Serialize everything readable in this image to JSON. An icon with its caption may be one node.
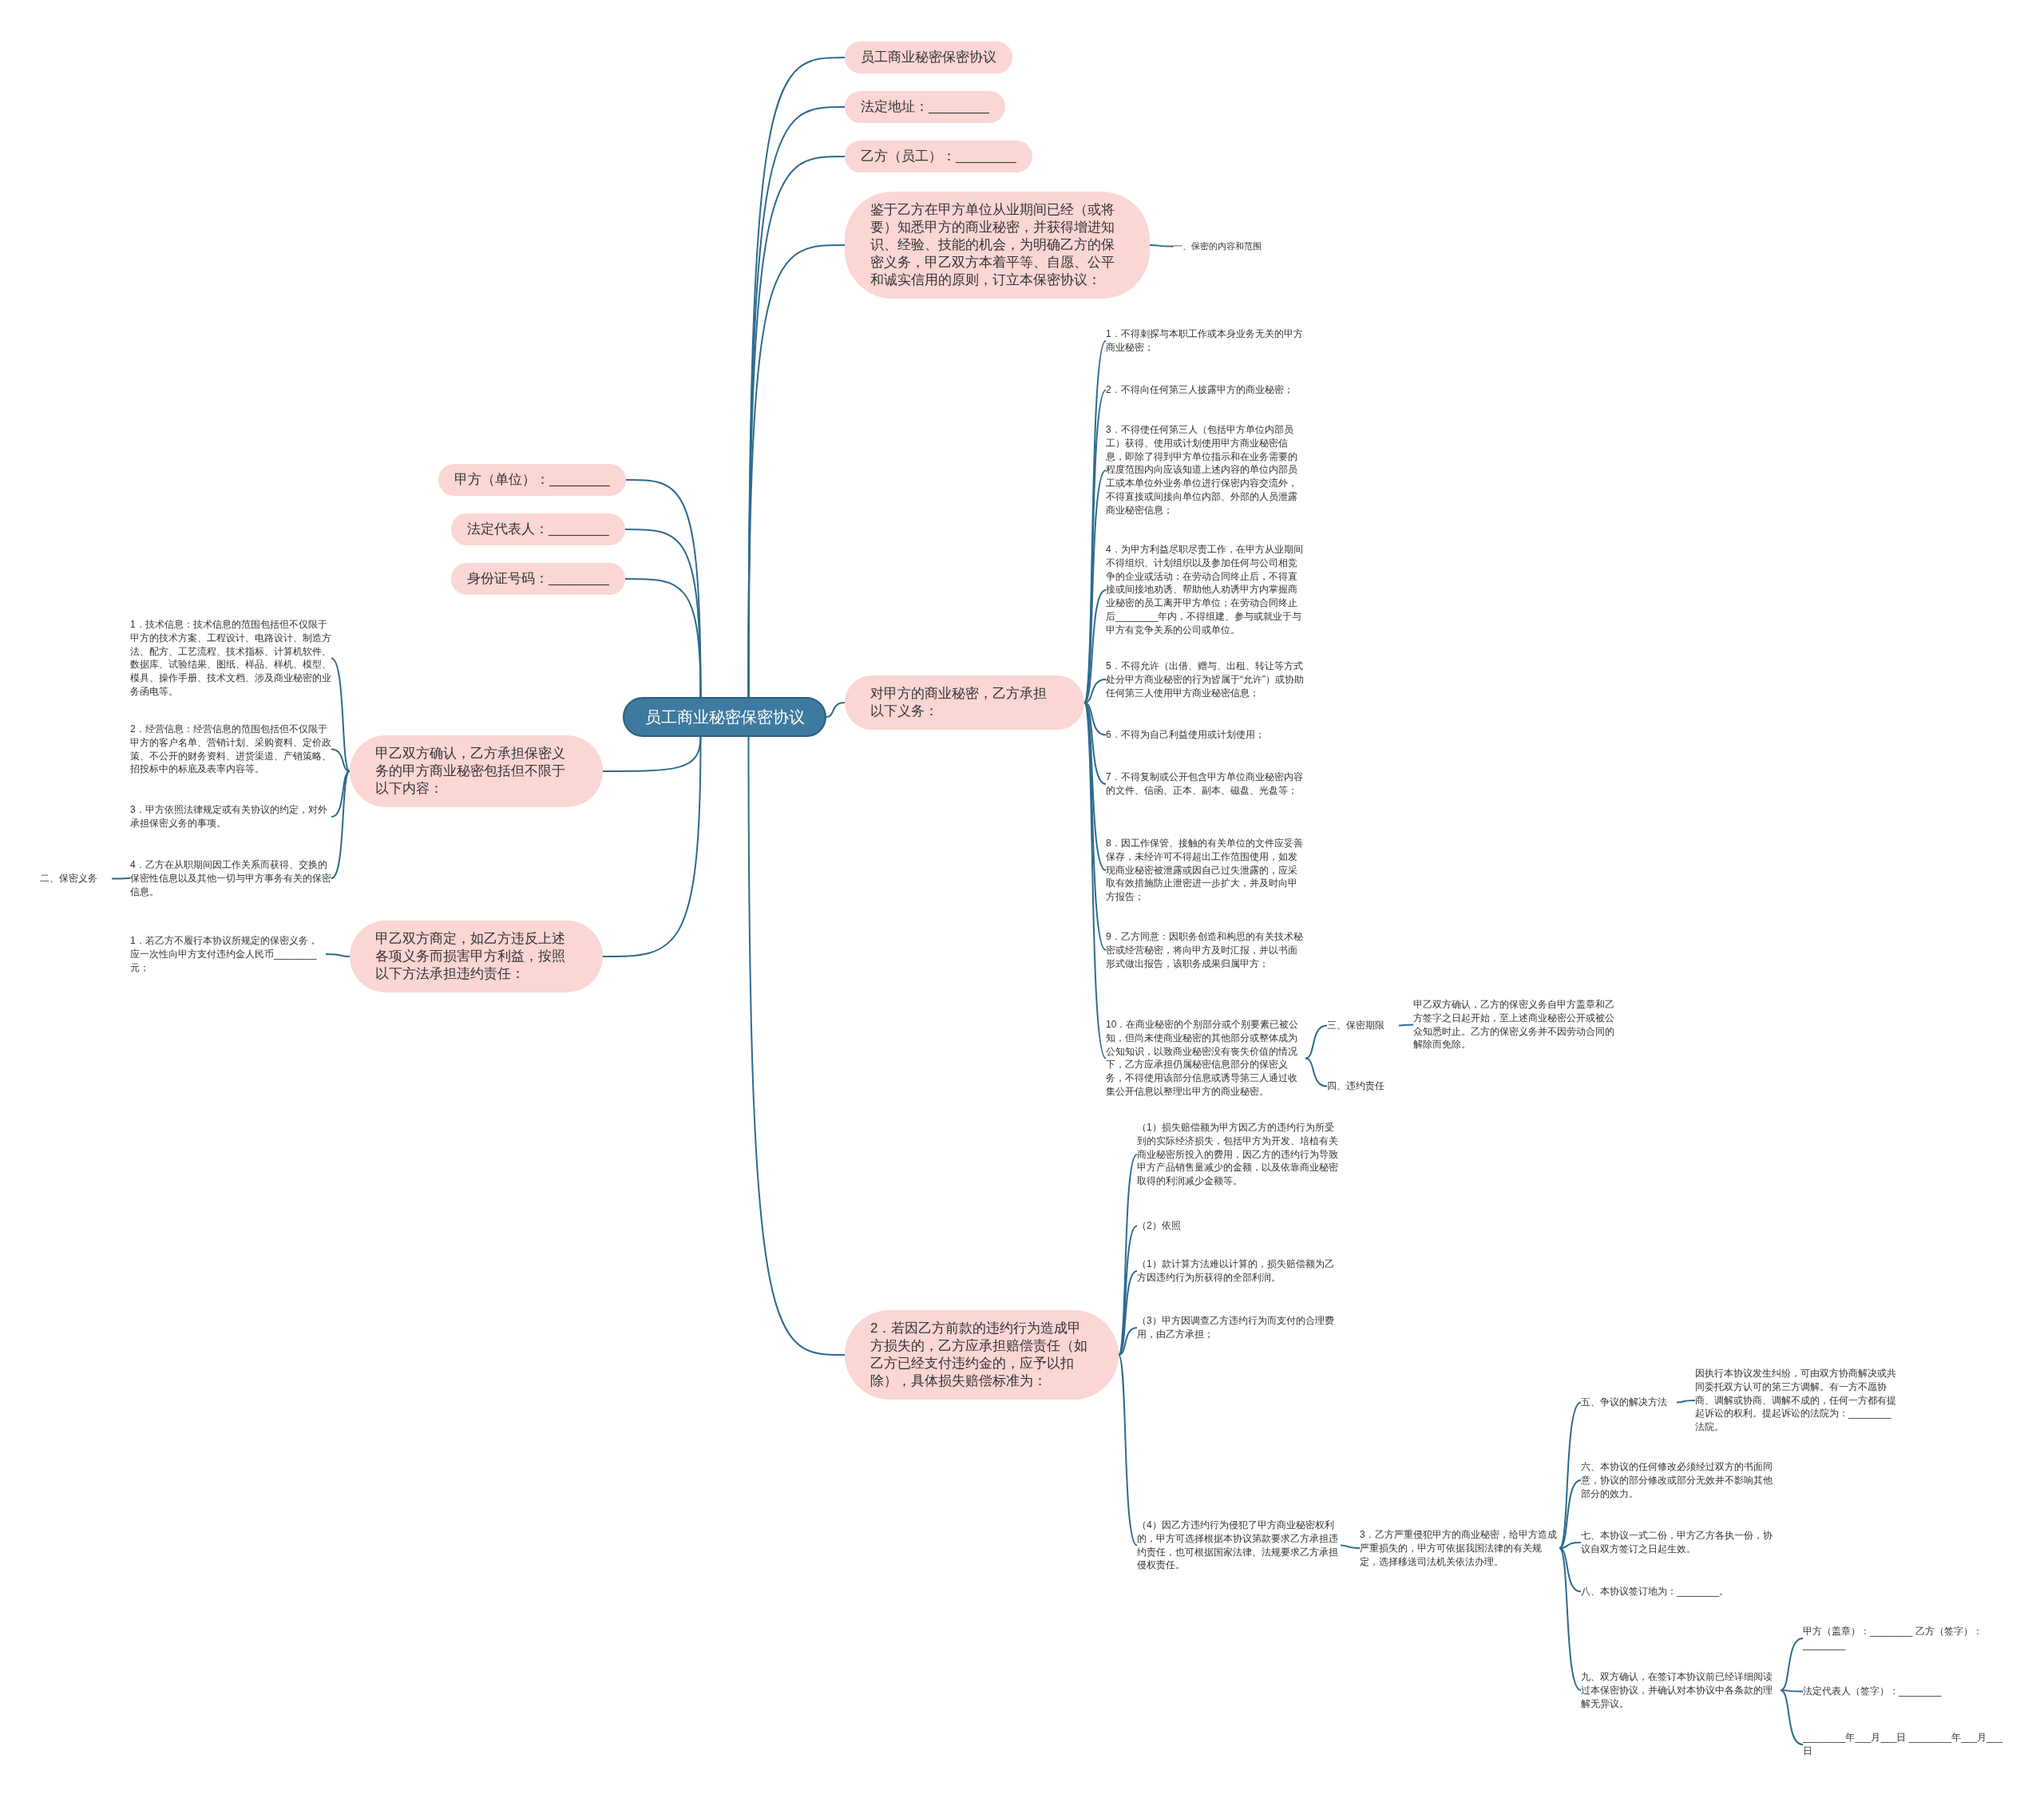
{
  "diagram": {
    "nodes": [
      {
        "text": [
          "员工商业秘密保密协议"
        ]
      },
      {
        "text": [
          "员工商业秘密保密协议"
        ]
      },
      {
        "text": [
          "法定地址：________"
        ]
      },
      {
        "text": [
          "乙方（员工）：________"
        ]
      },
      {
        "text": [
          "鉴于乙方在甲方单位从业期间已经（或将要）知悉甲方的商业秘密，并获得增进知识、经验、技能的机会，为明确乙方的保密义务，甲乙双方本着平等、自愿、公平和诚实信用的原则，订立本保密协议："
        ]
      },
      {
        "text": [
          "一、保密的内容和范围"
        ]
      },
      {
        "text": [
          "对甲方的商业秘密，乙方承担以下义务："
        ]
      },
      {
        "text": [
          "1．不得刺探与本职工作或本身业务无关的甲方商业秘密；"
        ]
      },
      {
        "text": [
          "2．不得向任何第三人披露甲方的商业秘密；"
        ]
      },
      {
        "text": [
          "3．不得使任何第三人（包括甲方单位内部员工）获得、使用或计划使用甲方商业秘密信息，即除了得到甲方单位指示和在业务需要的程度范围内向应该知道上述内容的单位内部员工或本单位外业务单位进行保密内容交流外，不得直接或间接向单位内部、外部的人员泄露商业秘密信息；"
        ]
      },
      {
        "text": [
          "4．为甲方利益尽职尽责工作，在甲方从业期间不得组织、计划组织以及参加任何与公司相竞争的企业或活动；在劳动合同终止后，不得直接或间接地劝诱、帮助他人劝诱甲方内掌握商业秘密的员工离开甲方单位；在劳动合同终止后________年内，不得组建、参与或就业于与甲方有竞争关系的公司或单位。"
        ]
      },
      {
        "text": [
          "5．不得允许（出借、赠与、出租、转让等方式处分甲方商业秘密的行为皆属于“允许”）或协助任何第三人使用甲方商业秘密信息；"
        ]
      },
      {
        "text": [
          "6．不得为自己利益使用或计划使用；"
        ]
      },
      {
        "text": [
          "7．不得复制或公开包含甲方单位商业秘密内容的文件、信函、正本、副本、磁盘、光盘等；"
        ]
      },
      {
        "text": [
          "8．因工作保管、接触的有关单位的文件应妥善保存，未经许可不得超出工作范围使用，如发现商业秘密被泄露或因自己过失泄露的，应采取有效措施防止泄密进一步扩大，并及时向甲方报告；"
        ]
      },
      {
        "text": [
          "9．乙方同意：因职务创造和构思的有关技术秘密或经营秘密，将向甲方及时汇报，并以书面形式做出报告，该职务成果归属甲方；"
        ]
      },
      {
        "text": [
          "10．在商业秘密的个别部分或个别要素已被公知，但尚未使商业秘密的其他部分或整体成为公知知识，以致商业秘密没有丧失价值的情况下，乙方应承担仍属秘密信息部分的保密义务，不得使用该部分信息或诱导第三人通过收集公开信息以整理出甲方的商业秘密。"
        ]
      },
      {
        "text": [
          "三、保密期限"
        ]
      },
      {
        "text": [
          "甲乙双方确认，乙方的保密义务自甲方盖章和乙方签字之日起开始，至上述商业秘密公开或被公众知悉时止。乙方的保密义务并不因劳动合同的解除而免除。"
        ]
      },
      {
        "text": [
          "四、违约责任"
        ]
      },
      {
        "text": [
          "2．若因乙方前款的违约行为造成甲方损失的，乙方应承担赔偿责任（如乙方已经支付违约金的，应予以扣除），具体损失赔偿标准为："
        ]
      },
      {
        "text": [
          "（1）损失赔偿额为甲方因乙方的违约行为所受到的实际经济损失，包括甲方为开发、培植有关商业秘密所投入的费用，因乙方的违约行为导致甲方产品销售量减少的金额，以及依靠商业秘密取得的利润减少金额等。"
        ]
      },
      {
        "text": [
          "（2）依照"
        ]
      },
      {
        "text": [
          "（1）款计算方法难以计算的，损失赔偿额为乙方因违约行为所获得的全部利润。"
        ]
      },
      {
        "text": [
          "（3）甲方因调查乙方违约行为而支付的合理费用，由乙方承担；"
        ]
      },
      {
        "text": [
          "（4）因乙方违约行为侵犯了甲方商业秘密权利的，甲方可选择根据本协议第款要求乙方承担违约责任，也可根据国家法律、法规要求乙方承担侵权责任。"
        ]
      },
      {
        "text": [
          "3．乙方严重侵犯甲方的商业秘密，给甲方造成严重损失的，甲方可依据我国法律的有关规定，选择移送司法机关依法办理。"
        ]
      },
      {
        "text": [
          "五、争议的解决方法"
        ]
      },
      {
        "text": [
          "因执行本协议发生纠纷，可由双方协商解决或共同委托双方认可的第三方调解。有一方不愿协商、调解或协商、调解不成的，任何一方都有提起诉讼的权利。提起诉讼的法院为：________法院。"
        ]
      },
      {
        "text": [
          "六、本协议的任何修改必须经过双方的书面同意，协议的部分修改或部分无效并不影响其他部分的效力。"
        ]
      },
      {
        "text": [
          "七、本协议一式二份，甲方乙方各执一份，协议自双方签订之日起生效。"
        ]
      },
      {
        "text": [
          "八、本协议签订地为：________。"
        ]
      },
      {
        "text": [
          "九、双方确认，在签订本协议前已经详细阅读过本保密协议，并确认对本协议中各条款的理解无异议。"
        ]
      },
      {
        "text": [
          "甲方（盖章）：________ 乙方（签字）：________"
        ]
      },
      {
        "text": [
          "法定代表人（签字）：________"
        ]
      },
      {
        "text": [
          "________年___月___日 ________年___月___日"
        ]
      },
      {
        "text": [
          "甲方（单位）：________"
        ]
      },
      {
        "text": [
          "法定代表人：________"
        ]
      },
      {
        "text": [
          "身份证号码：________"
        ]
      },
      {
        "text": [
          "甲乙双方确认，乙方承担保密义务的甲方商业秘密包括但不限于以下内容："
        ]
      },
      {
        "text": [
          "1．技术信息：技术信息的范围包括但不仅限于甲方的技术方案、工程设计、电路设计、制造方法、配方、工艺流程、技术指标、计算机软件、数据库、试验结果、图纸、样品、样机、模型、模具、操作手册、技术文档、涉及商业秘密的业务函电等。"
        ]
      },
      {
        "text": [
          "2．经营信息：经营信息的范围包括但不仅限于甲方的客户名单、营销计划、采购资料、定价政策、不公开的财务资料、进货渠道、产销策略、招投标中的标底及表率内容等。"
        ]
      },
      {
        "text": [
          "3．甲方依照法律规定或有关协议的约定，对外承担保密义务的事项。"
        ]
      },
      {
        "text": [
          "4．乙方在从职期间因工作关系而获得、交换的保密性信息以及其他一切与甲方事务有关的保密信息。"
        ]
      },
      {
        "text": [
          "二、保密义务"
        ]
      },
      {
        "text": [
          "甲乙双方商定，如乙方违反上述各项义务而损害甲方利益，按照以下方法承担违约责任："
        ]
      },
      {
        "text": [
          "1．若乙方不履行本协议所规定的保密义务，应一次性向甲方支付违约金人民币________元；"
        ]
      }
    ],
    "edges": [
      {
        "from": 0,
        "to": 1,
        "arrow": "none"
      },
      {
        "from": 0,
        "to": 2,
        "arrow": "none"
      },
      {
        "from": 0,
        "to": 3,
        "arrow": "none"
      },
      {
        "from": 0,
        "to": 4,
        "arrow": "none"
      },
      {
        "from": 4,
        "to": 5,
        "arrow": "none"
      },
      {
        "from": 0,
        "to": 6,
        "arrow": "none"
      },
      {
        "from": 6,
        "to": 7,
        "arrow": "none"
      },
      {
        "from": 6,
        "to": 8,
        "arrow": "none"
      },
      {
        "from": 6,
        "to": 9,
        "arrow": "none"
      },
      {
        "from": 6,
        "to": 10,
        "arrow": "none"
      },
      {
        "from": 6,
        "to": 11,
        "arrow": "none"
      },
      {
        "from": 6,
        "to": 12,
        "arrow": "none"
      },
      {
        "from": 6,
        "to": 13,
        "arrow": "none"
      },
      {
        "from": 6,
        "to": 14,
        "arrow": "none"
      },
      {
        "from": 6,
        "to": 15,
        "arrow": "none"
      },
      {
        "from": 6,
        "to": 16,
        "arrow": "none"
      },
      {
        "from": 16,
        "to": 17,
        "arrow": "none"
      },
      {
        "from": 17,
        "to": 18,
        "arrow": "none"
      },
      {
        "from": 16,
        "to": 19,
        "arrow": "none"
      },
      {
        "from": 0,
        "to": 20,
        "arrow": "none"
      },
      {
        "from": 20,
        "to": 21,
        "arrow": "none"
      },
      {
        "from": 20,
        "to": 22,
        "arrow": "none"
      },
      {
        "from": 20,
        "to": 23,
        "arrow": "none"
      },
      {
        "from": 20,
        "to": 24,
        "arrow": "none"
      },
      {
        "from": 20,
        "to": 25,
        "arrow": "none"
      },
      {
        "from": 25,
        "to": 26,
        "arrow": "none"
      },
      {
        "from": 26,
        "to": 27,
        "arrow": "none"
      },
      {
        "from": 27,
        "to": 28,
        "arrow": "none"
      },
      {
        "from": 26,
        "to": 29,
        "arrow": "none"
      },
      {
        "from": 26,
        "to": 30,
        "arrow": "none"
      },
      {
        "from": 26,
        "to": 31,
        "arrow": "none"
      },
      {
        "from": 26,
        "to": 32,
        "arrow": "none"
      },
      {
        "from": 32,
        "to": 33,
        "arrow": "none"
      },
      {
        "from": 32,
        "to": 34,
        "arrow": "none"
      },
      {
        "from": 32,
        "to": 35,
        "arrow": "none"
      },
      {
        "from": 0,
        "to": 36,
        "arrow": "none"
      },
      {
        "from": 0,
        "to": 37,
        "arrow": "none"
      },
      {
        "from": 0,
        "to": 38,
        "arrow": "none"
      },
      {
        "from": 0,
        "to": 39,
        "arrow": "none"
      },
      {
        "from": 39,
        "to": 40,
        "arrow": "none"
      },
      {
        "from": 39,
        "to": 41,
        "arrow": "none"
      },
      {
        "from": 39,
        "to": 42,
        "arrow": "none"
      },
      {
        "from": 39,
        "to": 43,
        "arrow": "none"
      },
      {
        "from": 43,
        "to": 44,
        "arrow": "none"
      },
      {
        "from": 0,
        "to": 45,
        "arrow": "none"
      },
      {
        "from": 45,
        "to": 46,
        "arrow": "none"
      }
    ]
  }
}
